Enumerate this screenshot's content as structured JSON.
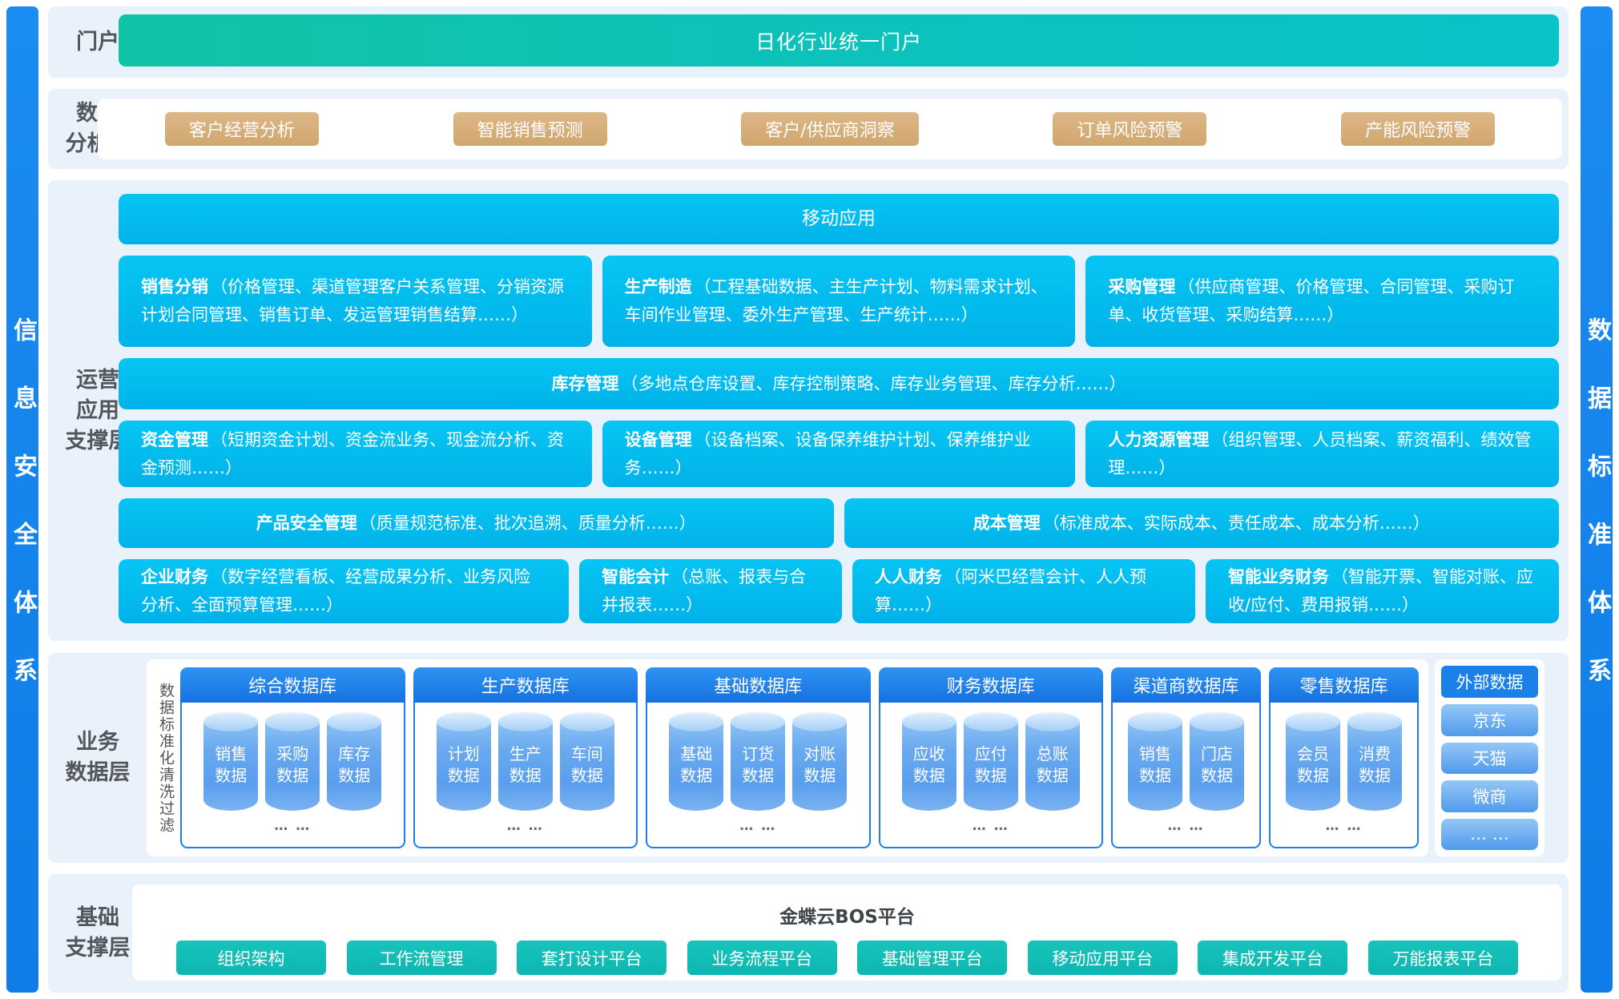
{
  "colors": {
    "sidebar_blue": "#1483ED",
    "section_bg": "#E9F1FB",
    "portal_teal": "#0CC3B4",
    "analysis_tan": "#D7AE7A",
    "ops_cyan": "#00BBEE",
    "db_blue": "#1B80E8",
    "cylinder_blue": "#6FADF0",
    "foundation_teal": "#12BDB6"
  },
  "sidebars": {
    "left": "信息安全体系",
    "right": "数据标准体系"
  },
  "portal": {
    "label": "门户",
    "banner": "日化行业统一门户"
  },
  "analysis": {
    "label_lines": [
      "数据",
      "分析层"
    ],
    "buttons": [
      "客户经营分析",
      "智能销售预测",
      "客户/供应商洞察",
      "订单风险预警",
      "产能风险预警"
    ]
  },
  "operations": {
    "label_lines": [
      "运营",
      "应用",
      "支撑层"
    ],
    "banner": "移动应用",
    "row1": [
      {
        "title": "销售分销",
        "desc": "（价格管理、渠道管理客户关系管理、分销资源计划合同管理、销售订单、发运管理销售结算……）"
      },
      {
        "title": "生产制造",
        "desc": "（工程基础数据、主生产计划、物料需求计划、车间作业管理、委外生产管理、生产统计……）"
      },
      {
        "title": "采购管理",
        "desc": "（供应商管理、价格管理、合同管理、采购订单、收货管理、采购结算……）"
      }
    ],
    "row2": {
      "title": "库存管理",
      "desc": "（多地点仓库设置、库存控制策略、库存业务管理、库存分析……）"
    },
    "row3": [
      {
        "title": "资金管理",
        "desc": "（短期资金计划、资金流业务、现金流分析、资金预测……）"
      },
      {
        "title": "设备管理",
        "desc": "（设备档案、设备保养维护计划、保养维护业务……）"
      },
      {
        "title": "人力资源管理",
        "desc": "（组织管理、人员档案、薪资福利、绩效管理……）"
      }
    ],
    "row4": [
      {
        "title": "产品安全管理",
        "desc": "（质量规范标准、批次追溯、质量分析……）"
      },
      {
        "title": "成本管理",
        "desc": "（标准成本、实际成本、责任成本、成本分析……）"
      }
    ],
    "row5": [
      {
        "title": "企业财务",
        "desc": "（数字经营看板、经营成果分析、业务风险分析、全面预算管理……）"
      },
      {
        "title": "智能会计",
        "desc": "（总账、报表与合并报表……）"
      },
      {
        "title": "人人财务",
        "desc": "（阿米巴经营会计、人人预算……）"
      },
      {
        "title": "智能业务财务",
        "desc": "（智能开票、智能对账、应收/应付、费用报销……）"
      }
    ]
  },
  "data_layer": {
    "label_lines": [
      "业务",
      "数据层"
    ],
    "filter_strip": "数据标准化清洗过滤",
    "dots": "… …",
    "groups": [
      {
        "name": "综合数据库",
        "cylinders": [
          "销售数据",
          "采购数据",
          "库存数据"
        ]
      },
      {
        "name": "生产数据库",
        "cylinders": [
          "计划数据",
          "生产数据",
          "车间数据"
        ]
      },
      {
        "name": "基础数据库",
        "cylinders": [
          "基础数据",
          "订货数据",
          "对账数据"
        ]
      },
      {
        "name": "财务数据库",
        "cylinders": [
          "应收数据",
          "应付数据",
          "总账数据"
        ]
      },
      {
        "name": "渠道商数据库",
        "cylinders": [
          "销售数据",
          "门店数据"
        ]
      },
      {
        "name": "零售数据库",
        "cylinders": [
          "会员数据",
          "消费数据"
        ]
      }
    ],
    "external": {
      "title": "外部数据",
      "items": [
        "京东",
        "天猫",
        "微商",
        "… …"
      ]
    }
  },
  "foundation": {
    "label_lines": [
      "基础",
      "支撑层"
    ],
    "title": "金蝶云BOS平台",
    "buttons": [
      "组织架构",
      "工作流管理",
      "套打设计平台",
      "业务流程平台",
      "基础管理平台",
      "移动应用平台",
      "集成开发平台",
      "万能报表平台"
    ]
  }
}
